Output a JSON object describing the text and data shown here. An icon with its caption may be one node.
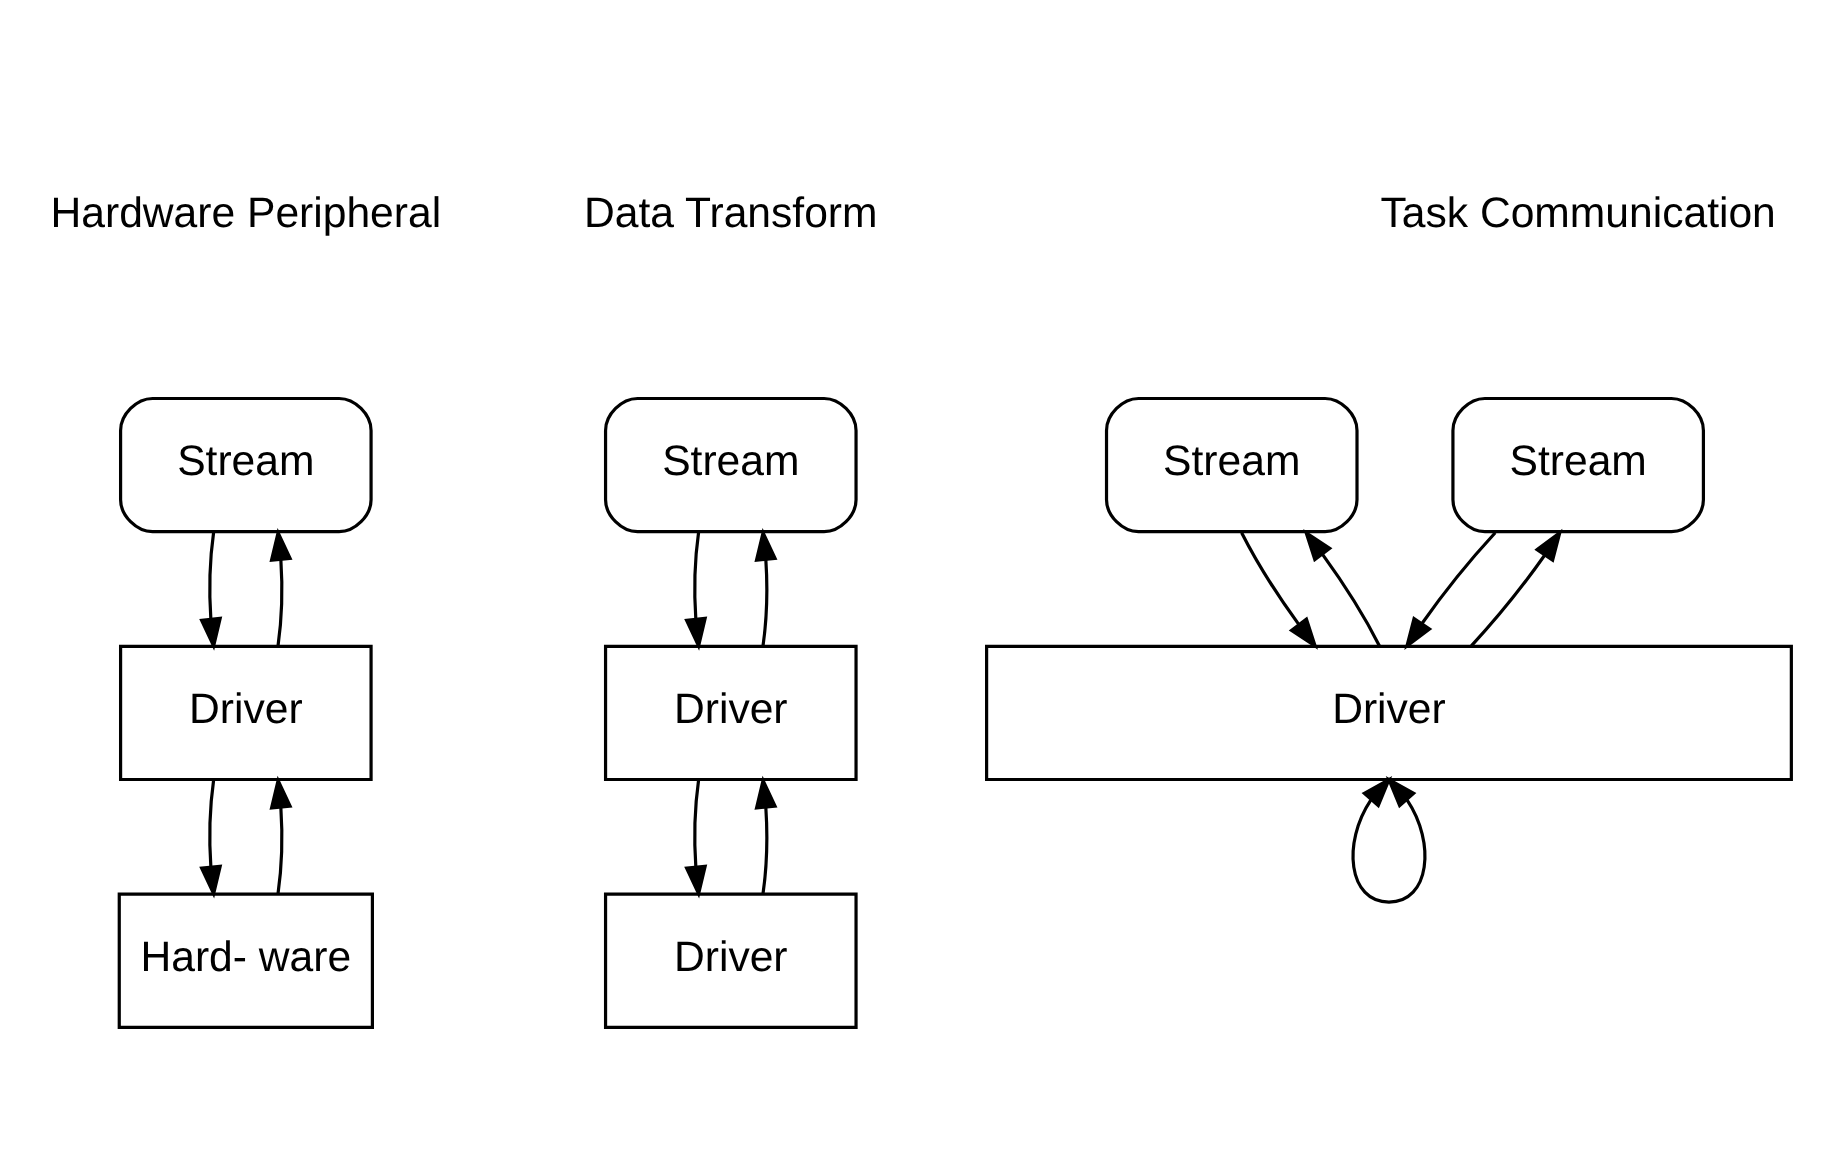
{
  "diagram": {
    "nodes": [
      {
        "text": [
          "Stream"
        ]
      },
      {
        "text": [
          "Driver"
        ]
      },
      {
        "text": [
          "Hard- ware"
        ]
      },
      {
        "text": [
          "Stream"
        ]
      },
      {
        "text": [
          "Driver"
        ]
      },
      {
        "text": [
          "Driver"
        ]
      },
      {
        "text": [
          "Stream"
        ]
      },
      {
        "text": [
          "Stream"
        ]
      },
      {
        "text": [
          "Driver"
        ]
      }
    ],
    "edges": [
      {
        "from": 0,
        "to": 1,
        "arrow": "to"
      },
      {
        "from": 1,
        "to": 0,
        "arrow": "to"
      },
      {
        "from": 1,
        "to": 2,
        "arrow": "to"
      },
      {
        "from": 2,
        "to": 1,
        "arrow": "to"
      },
      {
        "from": 3,
        "to": 4,
        "arrow": "to"
      },
      {
        "from": 4,
        "to": 3,
        "arrow": "to"
      },
      {
        "from": 4,
        "to": 5,
        "arrow": "to"
      },
      {
        "from": 5,
        "to": 4,
        "arrow": "to"
      },
      {
        "from": 6,
        "to": 8,
        "arrow": "to"
      },
      {
        "from": 8,
        "to": 6,
        "arrow": "to"
      },
      {
        "from": 7,
        "to": 8,
        "arrow": "to"
      },
      {
        "from": 8,
        "to": 7,
        "arrow": "to"
      },
      {
        "from": 8,
        "to": 8,
        "arrow": "both"
      }
    ],
    "labels": [
      "Hardware Peripheral",
      "Data Transform",
      "Task Communication"
    ]
  }
}
